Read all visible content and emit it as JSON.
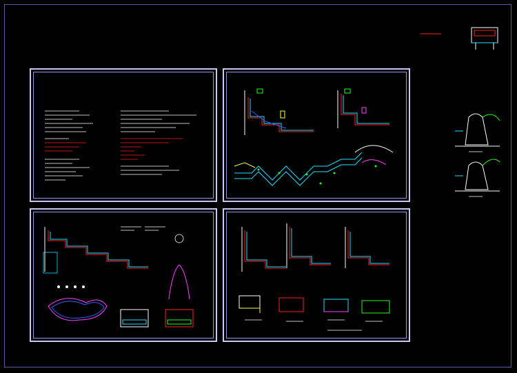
{
  "drawing": {
    "background": "#000000",
    "sheet_border_color": "#c8c8f0",
    "sheets": [
      {
        "id": "sheet-1",
        "kind": "design-notes",
        "title_line_1": "",
        "title_line_2": ""
      },
      {
        "id": "sheet-2",
        "kind": "sections-and-plan"
      },
      {
        "id": "sheet-3",
        "kind": "detail-sections-and-site-plan"
      },
      {
        "id": "sheet-4",
        "kind": "detail-sections"
      }
    ],
    "line_colors": {
      "white": "#ffffff",
      "red": "#ff2020",
      "green": "#20ff20",
      "cyan": "#20e0ff",
      "yellow": "#ffff30",
      "magenta": "#ff40ff",
      "blue": "#3060ff"
    }
  }
}
